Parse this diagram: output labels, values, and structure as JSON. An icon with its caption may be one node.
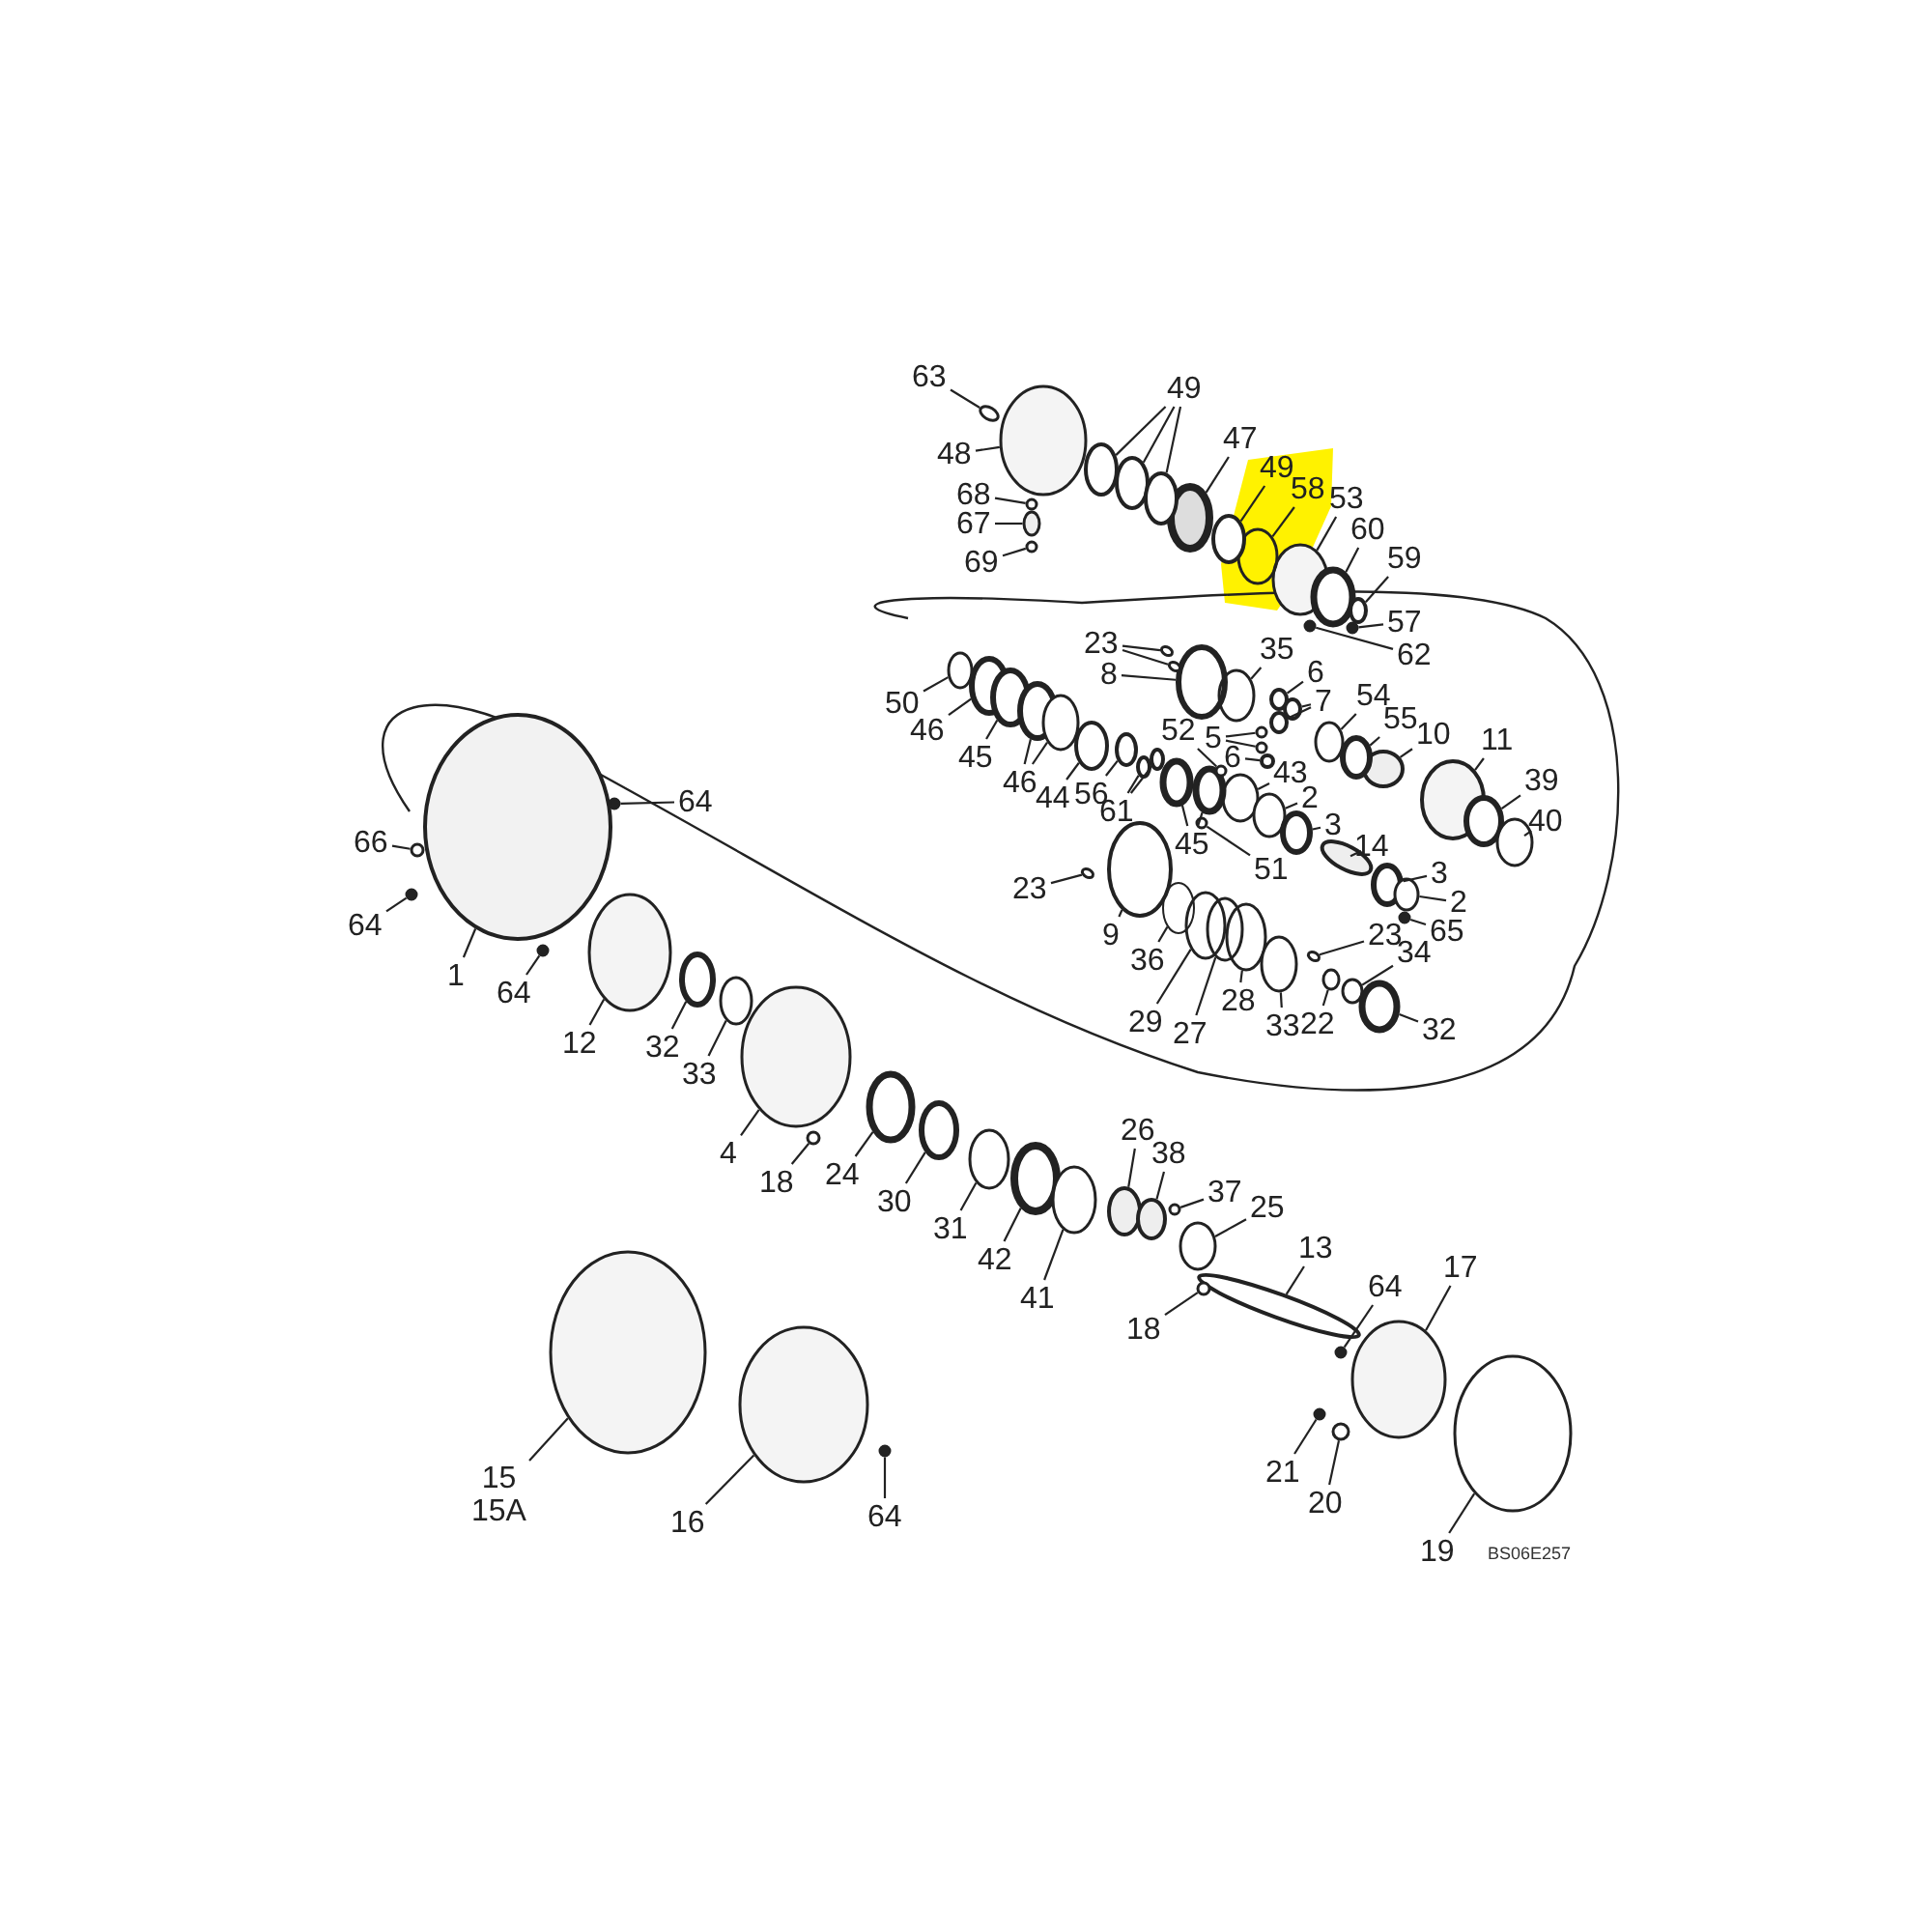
{
  "diagram": {
    "nodes": [
      {
        "text": [
          "63"
        ]
      },
      {
        "text": [
          "48"
        ]
      },
      {
        "text": [
          "68"
        ]
      },
      {
        "text": [
          "67"
        ]
      },
      {
        "text": [
          "69"
        ]
      },
      {
        "text": [
          "49"
        ]
      },
      {
        "text": [
          "47"
        ]
      },
      {
        "text": [
          "49"
        ]
      },
      {
        "text": [
          "58"
        ]
      },
      {
        "text": [
          "53"
        ]
      },
      {
        "text": [
          "60"
        ]
      },
      {
        "text": [
          "59"
        ]
      },
      {
        "text": [
          "57"
        ]
      },
      {
        "text": [
          "62"
        ]
      },
      {
        "text": [
          "23"
        ]
      },
      {
        "text": [
          "8"
        ]
      },
      {
        "text": [
          "35"
        ]
      },
      {
        "text": [
          "6"
        ]
      },
      {
        "text": [
          "7"
        ]
      },
      {
        "text": [
          "54"
        ]
      },
      {
        "text": [
          "5"
        ]
      },
      {
        "text": [
          "55"
        ]
      },
      {
        "text": [
          "6"
        ]
      },
      {
        "text": [
          "52"
        ]
      },
      {
        "text": [
          "10"
        ]
      },
      {
        "text": [
          "11"
        ]
      },
      {
        "text": [
          "43"
        ]
      },
      {
        "text": [
          "39"
        ]
      },
      {
        "text": [
          "2"
        ]
      },
      {
        "text": [
          "40"
        ]
      },
      {
        "text": [
          "3"
        ]
      },
      {
        "text": [
          "14"
        ]
      },
      {
        "text": [
          "3"
        ]
      },
      {
        "text": [
          "2"
        ]
      },
      {
        "text": [
          "65"
        ]
      },
      {
        "text": [
          "50"
        ]
      },
      {
        "text": [
          "46"
        ]
      },
      {
        "text": [
          "45"
        ]
      },
      {
        "text": [
          "46"
        ]
      },
      {
        "text": [
          "44"
        ]
      },
      {
        "text": [
          "56"
        ]
      },
      {
        "text": [
          "61"
        ]
      },
      {
        "text": [
          "45"
        ]
      },
      {
        "text": [
          "51"
        ]
      },
      {
        "text": [
          "23"
        ]
      },
      {
        "text": [
          "9"
        ]
      },
      {
        "text": [
          "36"
        ]
      },
      {
        "text": [
          "29"
        ]
      },
      {
        "text": [
          "28"
        ]
      },
      {
        "text": [
          "27"
        ]
      },
      {
        "text": [
          "33"
        ]
      },
      {
        "text": [
          "23"
        ]
      },
      {
        "text": [
          "34"
        ]
      },
      {
        "text": [
          "22"
        ]
      },
      {
        "text": [
          "32"
        ]
      },
      {
        "text": [
          "64"
        ]
      },
      {
        "text": [
          "66"
        ]
      },
      {
        "text": [
          "64"
        ]
      },
      {
        "text": [
          "1"
        ]
      },
      {
        "text": [
          "64"
        ]
      },
      {
        "text": [
          "12"
        ]
      },
      {
        "text": [
          "32"
        ]
      },
      {
        "text": [
          "33"
        ]
      },
      {
        "text": [
          "4"
        ]
      },
      {
        "text": [
          "18"
        ]
      },
      {
        "text": [
          "24"
        ]
      },
      {
        "text": [
          "30"
        ]
      },
      {
        "text": [
          "31"
        ]
      },
      {
        "text": [
          "42"
        ]
      },
      {
        "text": [
          "41"
        ]
      },
      {
        "text": [
          "26"
        ]
      },
      {
        "text": [
          "38"
        ]
      },
      {
        "text": [
          "37"
        ]
      },
      {
        "text": [
          "25"
        ]
      },
      {
        "text": [
          "18"
        ]
      },
      {
        "text": [
          "13"
        ]
      },
      {
        "text": [
          "64"
        ]
      },
      {
        "text": [
          "17"
        ]
      },
      {
        "text": [
          "15",
          "15A"
        ]
      },
      {
        "text": [
          "16"
        ]
      },
      {
        "text": [
          "64"
        ]
      },
      {
        "text": [
          "21"
        ]
      },
      {
        "text": [
          "20"
        ]
      },
      {
        "text": [
          "19"
        ]
      },
      {
        "text": [],
        "shape": "circle"
      },
      {
        "text": [],
        "shape": "circle"
      },
      {
        "text": [],
        "shape": "circle"
      },
      {
        "text": [],
        "shape": "circle"
      },
      {
        "text": [],
        "shape": "circle"
      },
      {
        "text": [],
        "shape": "circle"
      },
      {
        "text": [],
        "shape": "circle"
      },
      {
        "text": [],
        "shape": "circle"
      },
      {
        "text": [],
        "shape": "circle"
      },
      {
        "text": [],
        "shape": "circle"
      },
      {
        "text": [],
        "shape": "circle"
      },
      {
        "text": [],
        "shape": "circle"
      },
      {
        "text": [],
        "shape": "circle"
      },
      {
        "text": [],
        "shape": "circle"
      },
      {
        "text": [],
        "shape": "circle"
      },
      {
        "text": [],
        "shape": "circle"
      },
      {
        "text": [],
        "shape": "circle"
      },
      {
        "text": [],
        "shape": "circle"
      },
      {
        "text": [],
        "shape": "circle"
      },
      {
        "text": [],
        "shape": "circle"
      },
      {
        "text": [],
        "shape": "circle"
      },
      {
        "text": [],
        "shape": "circle"
      },
      {
        "text": [],
        "shape": "circle"
      },
      {
        "text": [],
        "shape": "circle"
      },
      {
        "text": [],
        "shape": "circle"
      },
      {
        "text": [],
        "shape": "circle"
      },
      {
        "text": [],
        "shape": "circle"
      },
      {
        "text": [],
        "shape": "circle"
      },
      {
        "text": [],
        "shape": "circle"
      },
      {
        "text": [],
        "shape": "circle"
      },
      {
        "text": [],
        "shape": "circle"
      },
      {
        "text": [],
        "shape": "circle"
      },
      {
        "text": [],
        "shape": "circle"
      },
      {
        "text": [],
        "shape": "circle"
      },
      {
        "text": [],
        "shape": "circle"
      },
      {
        "text": [],
        "shape": "circle"
      },
      {
        "text": [],
        "shape": "circle"
      },
      {
        "text": [],
        "shape": "circle"
      },
      {
        "text": [],
        "shape": "circle"
      },
      {
        "text": [],
        "shape": "circle"
      },
      {
        "text": [],
        "shape": "circle"
      },
      {
        "text": [],
        "shape": "circle"
      },
      {
        "text": [],
        "shape": "circle"
      },
      {
        "text": [],
        "shape": "circle"
      },
      {
        "text": [],
        "shape": "circle"
      },
      {
        "text": [],
        "shape": "circle"
      },
      {
        "text": [],
        "shape": "circle"
      },
      {
        "text": [],
        "shape": "circle"
      },
      {
        "text": [],
        "shape": "circle"
      },
      {
        "text": [],
        "shape": "circle"
      },
      {
        "text": [],
        "shape": "circle"
      },
      {
        "text": [],
        "shape": "circle"
      },
      {
        "text": [],
        "shape": "circle"
      },
      {
        "text": [],
        "shape": "circle"
      },
      {
        "text": [],
        "shape": "circle"
      },
      {
        "text": [],
        "shape": "circle"
      },
      {
        "text": [],
        "shape": "circle"
      },
      {
        "text": [],
        "shape": "circle"
      },
      {
        "text": [],
        "shape": "circle"
      },
      {
        "text": [],
        "shape": "circle"
      },
      {
        "text": [],
        "shape": "circle"
      },
      {
        "text": [],
        "shape": "circle"
      },
      {
        "text": [],
        "shape": "circle"
      },
      {
        "text": [],
        "shape": "circle"
      },
      {
        "text": [],
        "shape": "circle"
      },
      {
        "text": [],
        "shape": "circle"
      },
      {
        "text": [],
        "shape": "circle"
      },
      {
        "text": [],
        "shape": "circle"
      },
      {
        "text": [],
        "shape": "circle"
      },
      {
        "text": [],
        "shape": "circle"
      },
      {
        "text": [],
        "shape": "circle"
      },
      {
        "text": [],
        "shape": "circle"
      },
      {
        "text": [],
        "shape": "circle"
      },
      {
        "text": [],
        "shape": "circle"
      },
      {
        "text": [],
        "shape": "circle"
      },
      {
        "text": [],
        "shape": "circle"
      },
      {
        "text": [],
        "shape": "circle"
      },
      {
        "text": [],
        "shape": "circle"
      },
      {
        "text": [],
        "shape": "circle"
      },
      {
        "text": [],
        "shape": "circle"
      },
      {
        "text": [],
        "shape": "circle"
      },
      {
        "text": [],
        "shape": "circle"
      },
      {
        "text": [],
        "shape": "circle"
      },
      {
        "text": [],
        "shape": "circle"
      },
      {
        "text": [],
        "shape": "circle"
      },
      {
        "text": [],
        "shape": "circle"
      },
      {
        "text": [],
        "shape": "circle"
      },
      {
        "text": [],
        "shape": "circle"
      },
      {
        "text": [],
        "shape": "circle"
      },
      {
        "text": [],
        "shape": "circle"
      },
      {
        "text": [],
        "shape": "circle"
      },
      {
        "text": [],
        "shape": "circle"
      }
    ],
    "edges": [
      {
        "from": 0,
        "to": 84,
        "arrow": "none"
      },
      {
        "from": 1,
        "to": 85,
        "arrow": "none"
      },
      {
        "from": 2,
        "to": 86,
        "arrow": "none"
      },
      {
        "from": 3,
        "to": 87,
        "arrow": "none"
      },
      {
        "from": 4,
        "to": 88,
        "arrow": "none"
      },
      {
        "from": 5,
        "to": 89,
        "arrow": "none"
      },
      {
        "from": 5,
        "to": 90,
        "arrow": "none"
      },
      {
        "from": 5,
        "to": 91,
        "arrow": "none"
      },
      {
        "from": 6,
        "to": 92,
        "arrow": "none"
      },
      {
        "from": 7,
        "to": 93,
        "arrow": "none"
      },
      {
        "from": 8,
        "to": 94,
        "arrow": "none"
      },
      {
        "from": 9,
        "to": 95,
        "arrow": "none"
      },
      {
        "from": 10,
        "to": 96,
        "arrow": "none"
      },
      {
        "from": 11,
        "to": 97,
        "arrow": "none"
      },
      {
        "from": 12,
        "to": 98,
        "arrow": "none"
      },
      {
        "from": 13,
        "to": 99,
        "arrow": "none"
      },
      {
        "from": 14,
        "to": 100,
        "arrow": "none"
      },
      {
        "from": 14,
        "to": 101,
        "arrow": "none"
      },
      {
        "from": 15,
        "to": 102,
        "arrow": "none"
      },
      {
        "from": 16,
        "to": 103,
        "arrow": "none"
      },
      {
        "from": 17,
        "to": 104,
        "arrow": "none"
      },
      {
        "from": 18,
        "to": 105,
        "arrow": "none"
      },
      {
        "from": 18,
        "to": 106,
        "arrow": "none"
      },
      {
        "from": 19,
        "to": 107,
        "arrow": "none"
      },
      {
        "from": 20,
        "to": 108,
        "arrow": "none"
      },
      {
        "from": 20,
        "to": 109,
        "arrow": "none"
      },
      {
        "from": 21,
        "to": 110,
        "arrow": "none"
      },
      {
        "from": 22,
        "to": 111,
        "arrow": "none"
      },
      {
        "from": 23,
        "to": 112,
        "arrow": "none"
      },
      {
        "from": 24,
        "to": 113,
        "arrow": "none"
      },
      {
        "from": 25,
        "to": 114,
        "arrow": "none"
      },
      {
        "from": 26,
        "to": 115,
        "arrow": "none"
      },
      {
        "from": 27,
        "to": 116,
        "arrow": "none"
      },
      {
        "from": 28,
        "to": 117,
        "arrow": "none"
      },
      {
        "from": 29,
        "to": 118,
        "arrow": "none"
      },
      {
        "from": 30,
        "to": 119,
        "arrow": "none"
      },
      {
        "from": 31,
        "to": 120,
        "arrow": "none"
      },
      {
        "from": 32,
        "to": 121,
        "arrow": "none"
      },
      {
        "from": 33,
        "to": 122,
        "arrow": "none"
      },
      {
        "from": 34,
        "to": 123,
        "arrow": "none"
      },
      {
        "from": 35,
        "to": 124,
        "arrow": "none"
      },
      {
        "from": 36,
        "to": 125,
        "arrow": "none"
      },
      {
        "from": 37,
        "to": 126,
        "arrow": "none"
      },
      {
        "from": 38,
        "to": 127,
        "arrow": "none"
      },
      {
        "from": 38,
        "to": 128,
        "arrow": "none"
      },
      {
        "from": 39,
        "to": 129,
        "arrow": "none"
      },
      {
        "from": 40,
        "to": 130,
        "arrow": "none"
      },
      {
        "from": 41,
        "to": 131,
        "arrow": "none"
      },
      {
        "from": 41,
        "to": 132,
        "arrow": "none"
      },
      {
        "from": 42,
        "to": 133,
        "arrow": "none"
      },
      {
        "from": 42,
        "to": 134,
        "arrow": "none"
      },
      {
        "from": 43,
        "to": 135,
        "arrow": "none"
      },
      {
        "from": 44,
        "to": 136,
        "arrow": "none"
      },
      {
        "from": 45,
        "to": 137,
        "arrow": "none"
      },
      {
        "from": 46,
        "to": 138,
        "arrow": "none"
      },
      {
        "from": 47,
        "to": 139,
        "arrow": "none"
      },
      {
        "from": 48,
        "to": 140,
        "arrow": "none"
      },
      {
        "from": 49,
        "to": 141,
        "arrow": "none"
      },
      {
        "from": 50,
        "to": 142,
        "arrow": "none"
      },
      {
        "from": 51,
        "to": 143,
        "arrow": "none"
      },
      {
        "from": 52,
        "to": 144,
        "arrow": "none"
      },
      {
        "from": 53,
        "to": 145,
        "arrow": "none"
      },
      {
        "from": 54,
        "to": 146,
        "arrow": "none"
      },
      {
        "from": 55,
        "to": 147,
        "arrow": "none"
      },
      {
        "from": 56,
        "to": 148,
        "arrow": "none"
      },
      {
        "from": 57,
        "to": 149,
        "arrow": "none"
      },
      {
        "from": 58,
        "to": 150,
        "arrow": "none"
      },
      {
        "from": 59,
        "to": 151,
        "arrow": "none"
      },
      {
        "from": 60,
        "to": 152,
        "arrow": "none"
      },
      {
        "from": 61,
        "to": 153,
        "arrow": "none"
      },
      {
        "from": 62,
        "to": 154,
        "arrow": "none"
      },
      {
        "from": 63,
        "to": 155,
        "arrow": "none"
      },
      {
        "from": 64,
        "to": 156,
        "arrow": "none"
      },
      {
        "from": 65,
        "to": 157,
        "arrow": "none"
      },
      {
        "from": 66,
        "to": 158,
        "arrow": "none"
      },
      {
        "from": 67,
        "to": 159,
        "arrow": "none"
      },
      {
        "from": 68,
        "to": 160,
        "arrow": "none"
      },
      {
        "from": 69,
        "to": 161,
        "arrow": "none"
      },
      {
        "from": 70,
        "to": 162,
        "arrow": "none"
      },
      {
        "from": 71,
        "to": 163,
        "arrow": "none"
      },
      {
        "from": 72,
        "to": 164,
        "arrow": "none"
      },
      {
        "from": 73,
        "to": 165,
        "arrow": "none"
      },
      {
        "from": 74,
        "to": 166,
        "arrow": "none"
      },
      {
        "from": 75,
        "to": 167,
        "arrow": "none"
      },
      {
        "from": 76,
        "to": 168,
        "arrow": "none"
      },
      {
        "from": 77,
        "to": 169,
        "arrow": "none"
      },
      {
        "from": 78,
        "to": 170,
        "arrow": "none"
      },
      {
        "from": 79,
        "to": 171,
        "arrow": "none"
      },
      {
        "from": 80,
        "to": 172,
        "arrow": "none"
      },
      {
        "from": 81,
        "to": 173,
        "arrow": "none"
      },
      {
        "from": 82,
        "to": 174,
        "arrow": "none"
      },
      {
        "from": 83,
        "to": 175,
        "arrow": "none"
      }
    ],
    "labels": [
      "BS06E257"
    ]
  }
}
